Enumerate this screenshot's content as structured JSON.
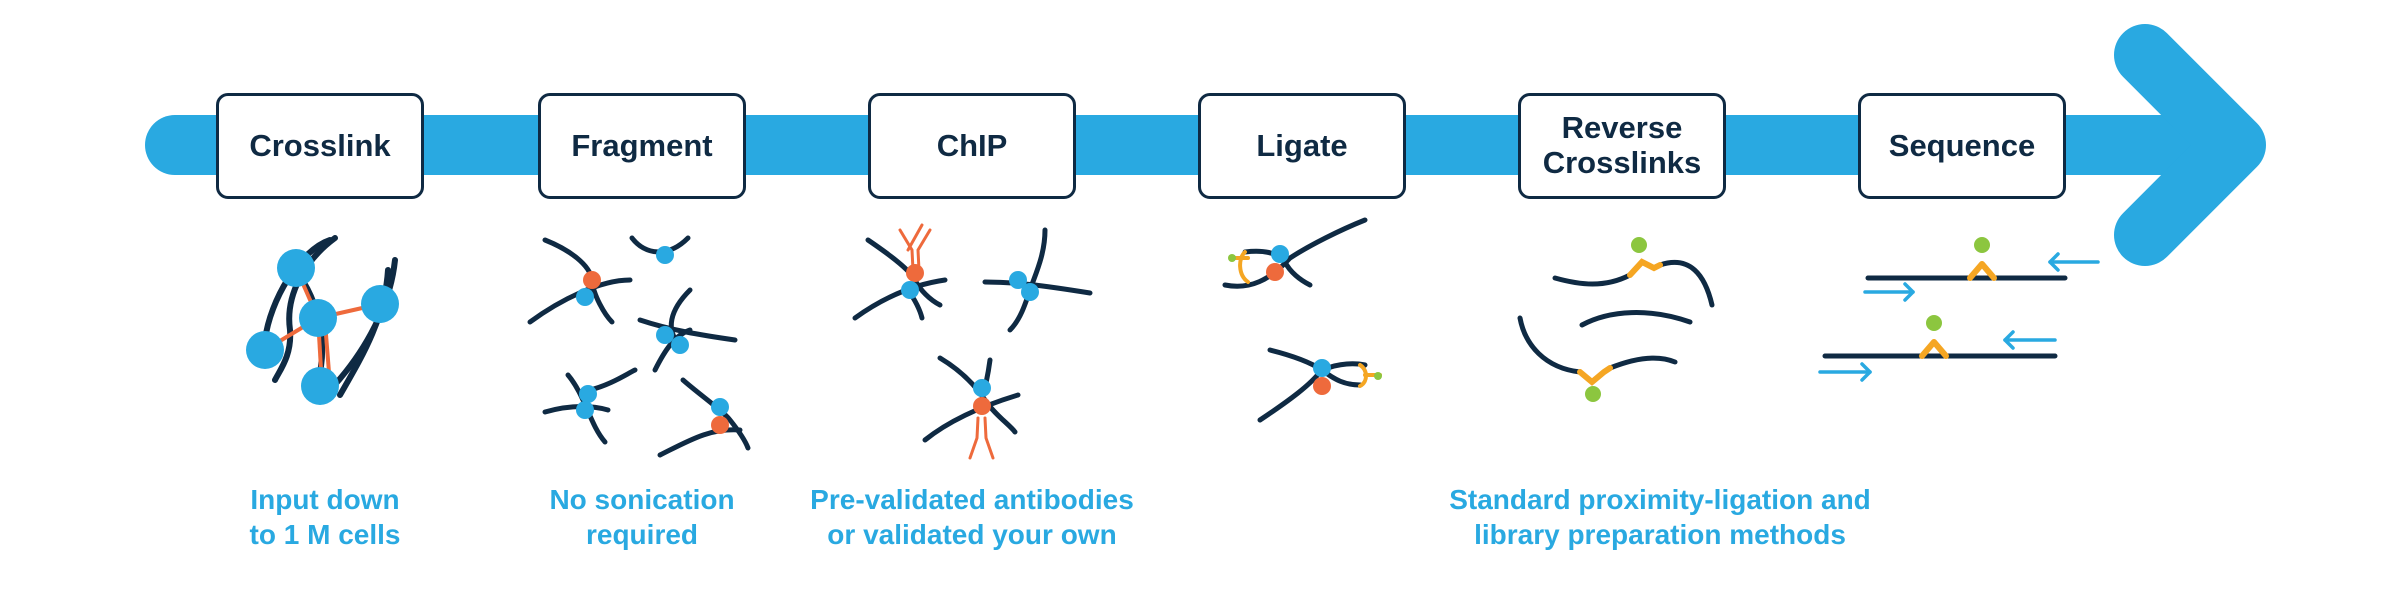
{
  "colors": {
    "arrow": "#29a9e1",
    "strand": "#0f2a43",
    "protein": "#29a9e1",
    "target": "#ee6a3c",
    "linker": "#f5a623",
    "bead": "#8cc63f",
    "antibody": "#ee6a3c"
  },
  "steps": [
    {
      "label": "Crosslink"
    },
    {
      "label": "Fragment"
    },
    {
      "label": "ChIP"
    },
    {
      "label": "Ligate"
    },
    {
      "label": "Reverse\nCrosslinks"
    },
    {
      "label": "Sequence"
    }
  ],
  "captions": [
    {
      "text": "Input down\nto 1 M cells"
    },
    {
      "text": "No sonication\nrequired"
    },
    {
      "text": "Pre-validated antibodies\nor validated your own"
    },
    {
      "text": "Standard proximity-ligation and\nlibrary preparation methods"
    }
  ]
}
